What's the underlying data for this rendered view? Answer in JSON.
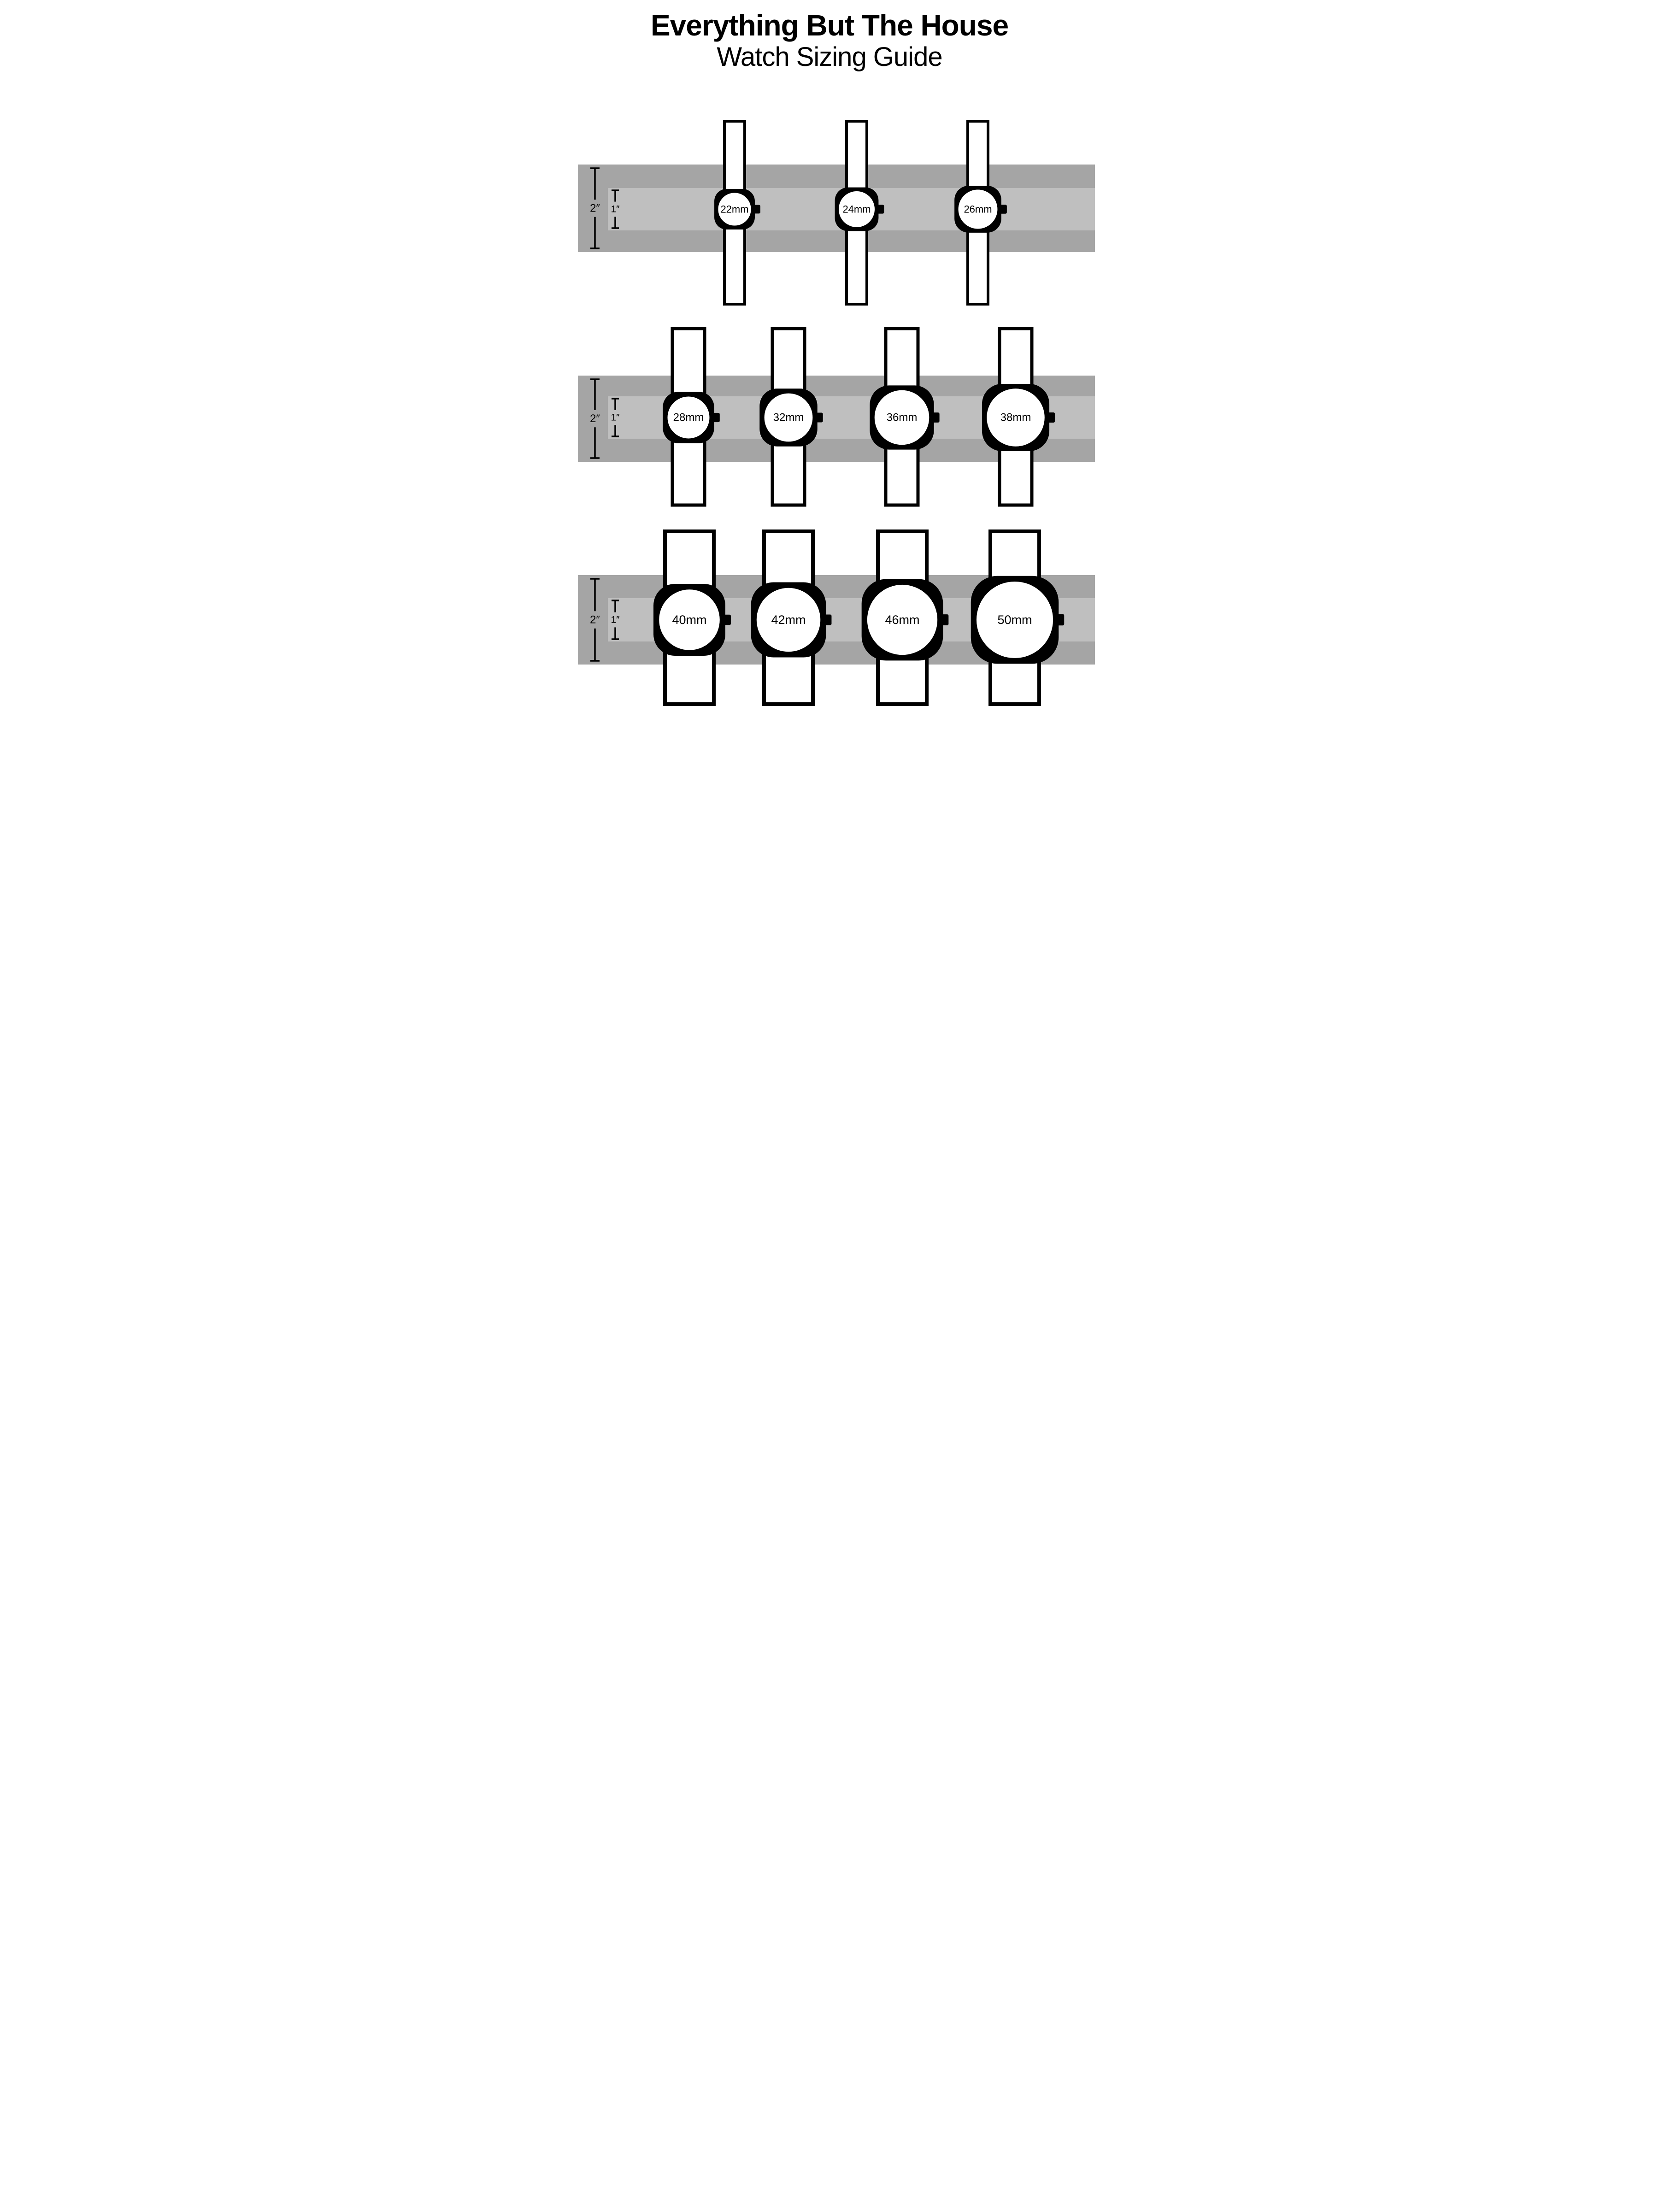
{
  "title": {
    "line1": "Everything But The House",
    "line2": "Watch Sizing Guide"
  },
  "measurements": {
    "outer_label": "2″",
    "inner_label": "1″"
  },
  "rows": [
    {
      "name": "small-watches",
      "watches": [
        {
          "mm": 22,
          "label": "22mm"
        },
        {
          "mm": 24,
          "label": "24mm"
        },
        {
          "mm": 26,
          "label": "26mm"
        }
      ]
    },
    {
      "name": "medium-watches",
      "watches": [
        {
          "mm": 28,
          "label": "28mm"
        },
        {
          "mm": 32,
          "label": "32mm"
        },
        {
          "mm": 36,
          "label": "36mm"
        },
        {
          "mm": 38,
          "label": "38mm"
        }
      ]
    },
    {
      "name": "large-watches",
      "watches": [
        {
          "mm": 40,
          "label": "40mm"
        },
        {
          "mm": 42,
          "label": "42mm"
        },
        {
          "mm": 46,
          "label": "46mm"
        },
        {
          "mm": 50,
          "label": "50mm"
        }
      ]
    }
  ],
  "colors": {
    "band_outer": "#a5a5a5",
    "band_inner": "#bfbfbf",
    "line": "#000000",
    "face": "#ffffff"
  }
}
